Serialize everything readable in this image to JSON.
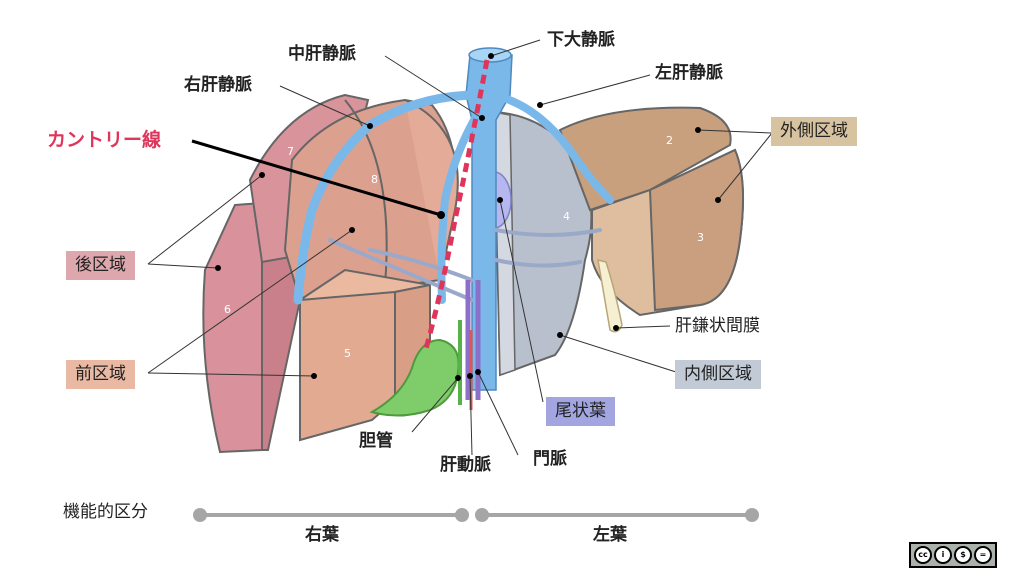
{
  "labels": {
    "ivc": "下大静脈",
    "middle_hv": "中肝静脈",
    "right_hv": "右肝静脈",
    "left_hv": "左肝静脈",
    "cantlie": "カントリー線",
    "bile_duct": "胆管",
    "hepatic_artery": "肝動脈",
    "portal_vein": "門脈",
    "falciform": "肝鎌状間膜",
    "functional": "機能的区分",
    "right_lobe": "右葉",
    "left_lobe": "左葉"
  },
  "regions": {
    "lateral": {
      "text": "外側区域",
      "color": "#d8c3a0"
    },
    "posterior": {
      "text": "後区域",
      "color": "#dea7ae"
    },
    "anterior": {
      "text": "前区域",
      "color": "#e9b9a3"
    },
    "medial": {
      "text": "内側区域",
      "color": "#c2cad6"
    },
    "caudate": {
      "text": "尾状葉",
      "color": "#a3a5e0"
    }
  },
  "segments": [
    "2",
    "3",
    "4",
    "5",
    "6",
    "7",
    "8"
  ],
  "license_icons": [
    "cc",
    "i",
    "$",
    "="
  ]
}
